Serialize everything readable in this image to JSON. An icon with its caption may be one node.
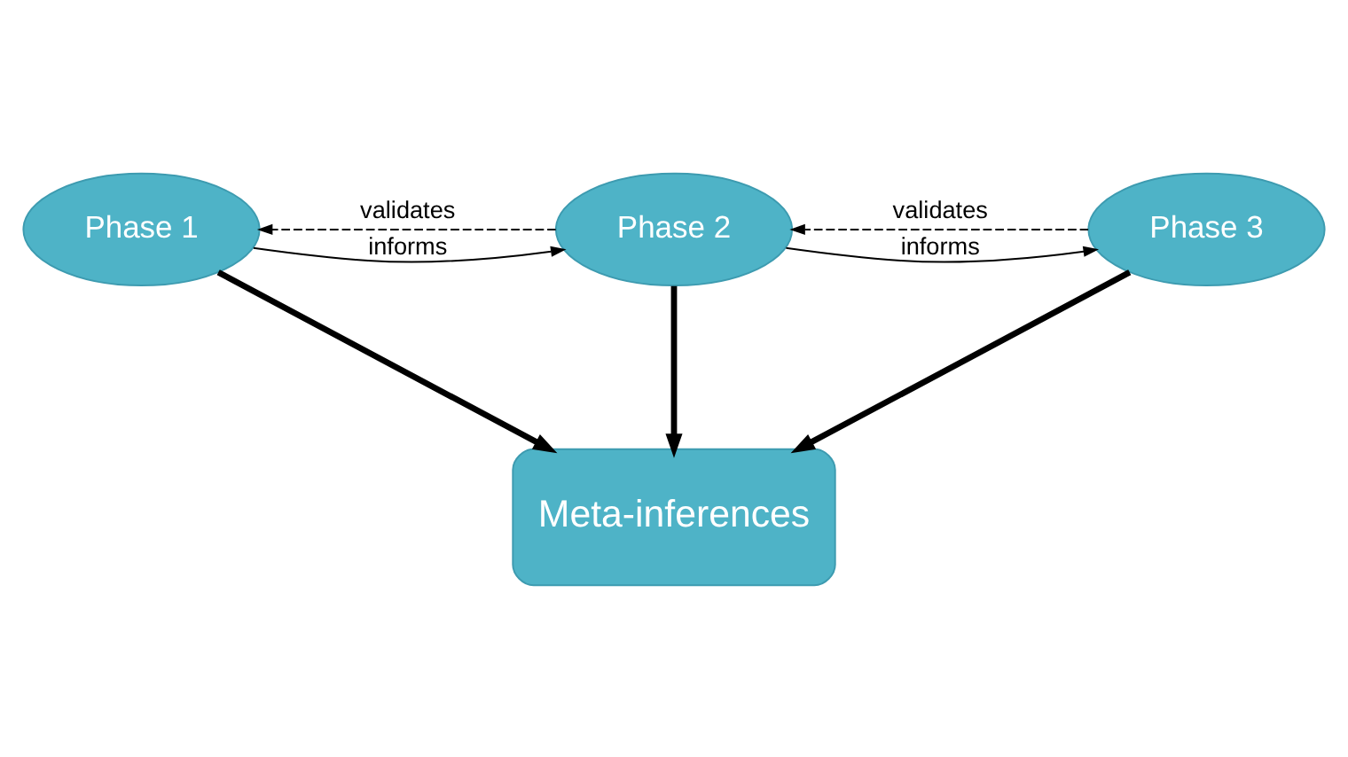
{
  "diagram": {
    "nodes": [
      {
        "text": [
          "Phase 1"
        ]
      },
      {
        "text": [
          "Phase 2"
        ]
      },
      {
        "text": [
          "Phase 3"
        ]
      },
      {
        "text": [
          "Meta-inferences"
        ]
      }
    ],
    "edges": [
      {
        "from": 0,
        "to": 1,
        "arrow": "to",
        "label": "informs"
      },
      {
        "from": 1,
        "to": 0,
        "arrow": "to",
        "label": "validates",
        "style": "dashed"
      },
      {
        "from": 1,
        "to": 2,
        "arrow": "to",
        "label": "informs"
      },
      {
        "from": 2,
        "to": 1,
        "arrow": "to",
        "label": "validates",
        "style": "dashed"
      },
      {
        "from": 0,
        "to": 3,
        "arrow": "to",
        "style": "thick"
      },
      {
        "from": 1,
        "to": 3,
        "arrow": "to",
        "style": "thick"
      },
      {
        "from": 2,
        "to": 3,
        "arrow": "to",
        "style": "thick"
      }
    ]
  }
}
